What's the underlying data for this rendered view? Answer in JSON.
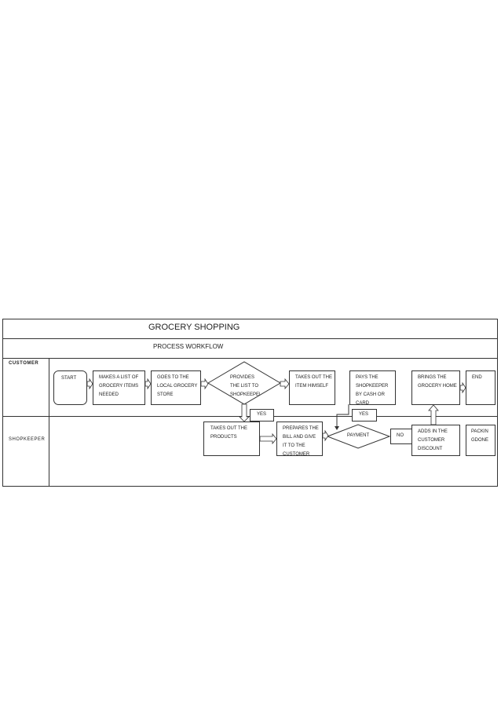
{
  "title": "GROCERY SHOPPING",
  "subtitle": "PROCESS WORKFLOW",
  "lanes": {
    "customer": "CUSTOMER",
    "shopkeeper": "SHOPKEEPER"
  },
  "steps": {
    "start": "START",
    "make_list": "MAKES  A LIST OF GROCERY ITEMS NEEDED",
    "goes_store": "GOES TO THE LOCAL GROCERY STORE",
    "provides_list": "PROVIDES THE LIST TO SHOPKEEPER",
    "takes_out_himself": "TAKES OUT THE ITEM HIMSELF",
    "pays": "PAYS THE SHOPKEEPER BY CASH OR CARD",
    "brings_home": "BRINGS THE GROCERY HOME",
    "end": "END",
    "takes_out_products": "TAKES OUT THE PRODUCTS",
    "prepares_bill": "PREPARES THE BILL AND GIVE IT TO THE CUSTOMER",
    "payment": "PAYMENT",
    "adds_discount": "ADDS IN THE CUSTOMER DISCOUNT",
    "packin": "PACKIN GDONE"
  },
  "labels": {
    "yes_1": "YES",
    "yes_2": "YES",
    "no": "NO"
  }
}
